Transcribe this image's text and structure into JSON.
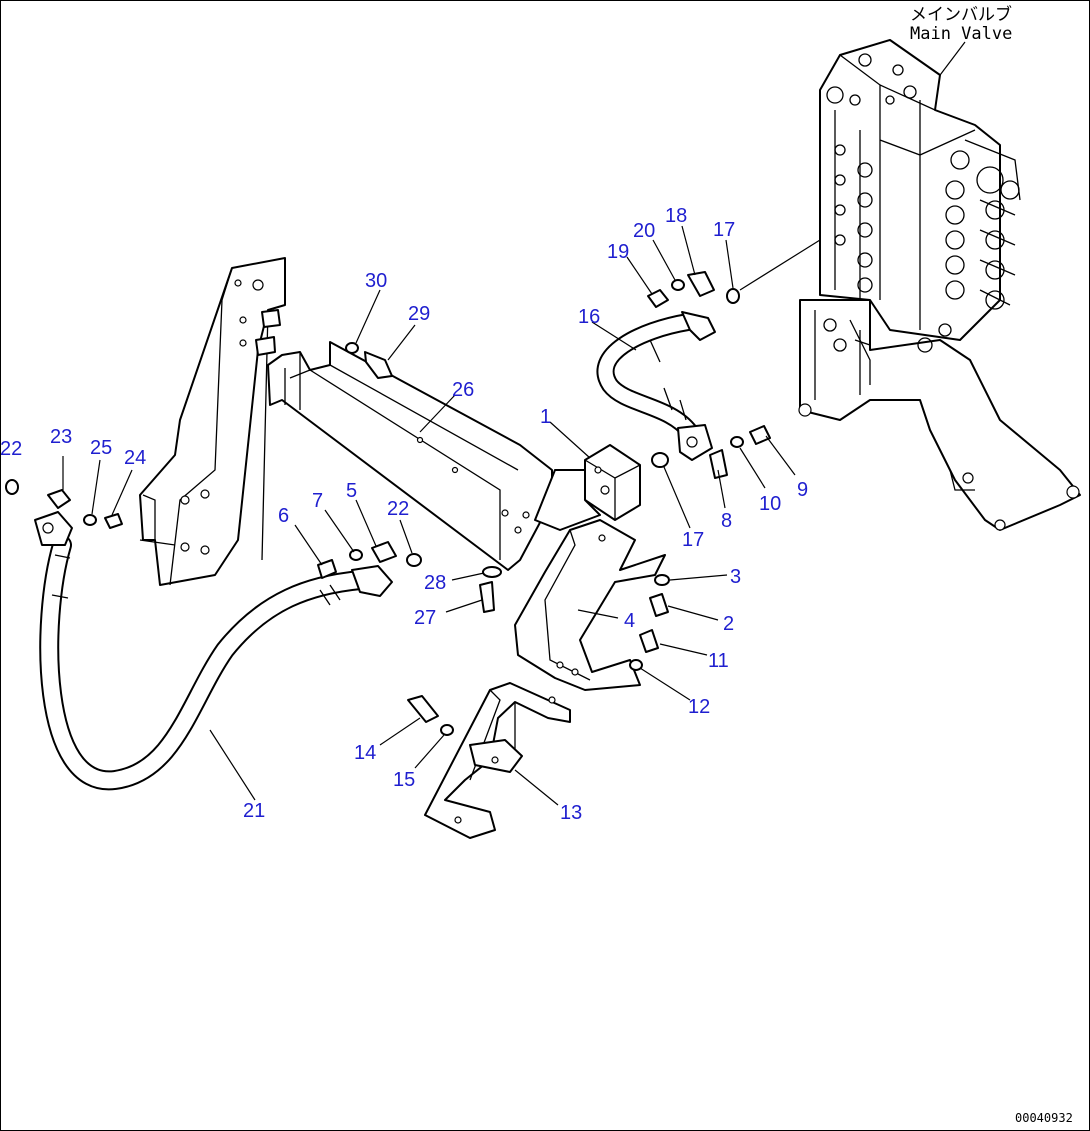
{
  "diagram": {
    "label_jp": "メインバルブ",
    "label_en": "Main Valve",
    "doc_id": "00040932",
    "callouts": [
      "1",
      "2",
      "3",
      "4",
      "5",
      "6",
      "7",
      "8",
      "9",
      "10",
      "11",
      "12",
      "13",
      "14",
      "15",
      "16",
      "17",
      "17",
      "18",
      "19",
      "20",
      "21",
      "22",
      "22",
      "23",
      "24",
      "25",
      "26",
      "27",
      "28",
      "29",
      "30"
    ]
  }
}
